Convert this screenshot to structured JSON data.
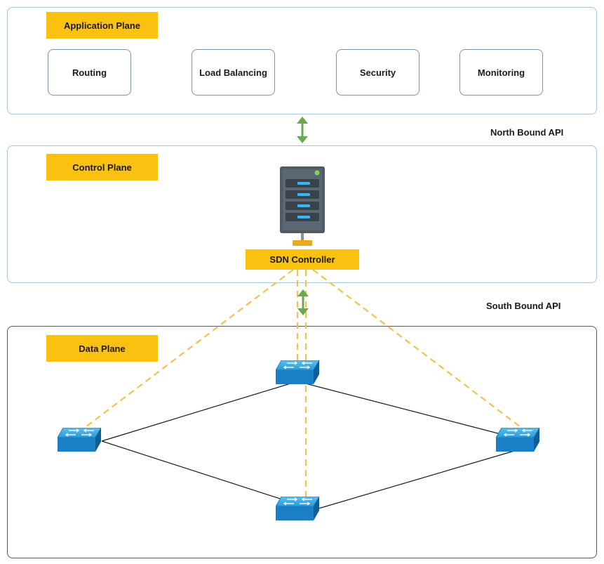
{
  "application_plane": {
    "title": "Application Plane",
    "apps": [
      "Routing",
      "Load Balancing",
      "Security",
      "Monitoring"
    ]
  },
  "control_plane": {
    "title": "Control Plane",
    "controller_label": "SDN Controller"
  },
  "data_plane": {
    "title": "Data Plane"
  },
  "apis": {
    "north": "North Bound API",
    "south": "South Bound API"
  },
  "colors": {
    "accent_yellow": "#fbc111",
    "arrow_green": "#6aa84f",
    "switch_blue": "#1f8fd2",
    "dashed_link": "#f2c14e",
    "server_body": "#4f5b66"
  }
}
